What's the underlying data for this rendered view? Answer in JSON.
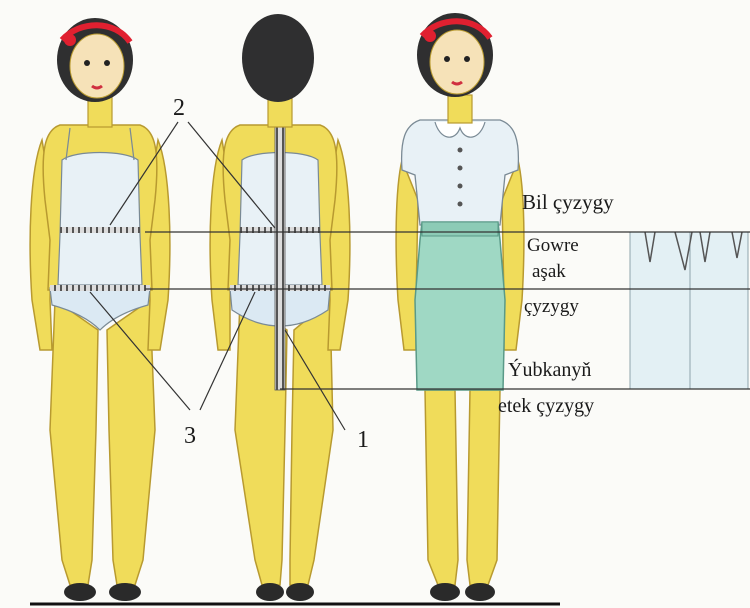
{
  "labels": {
    "waist": "Bil çyzygy",
    "hip_top": "Gowre",
    "hip_mid": "aşak",
    "hip_bottom": "çyzygy",
    "hem_top": "Ýubkanyň",
    "hem_bottom": "etek çyzygy"
  },
  "callouts": {
    "one": "1",
    "two": "2",
    "three": "3"
  },
  "colors": {
    "skin": "#f0dc5a",
    "skin_shade": "#d9b83a",
    "hair": "#2f2f30",
    "ribbon": "#e02030",
    "top": "#e8f1f6",
    "skirt": "#9fd8c4",
    "shoes": "#2a2a2a",
    "pattern_fill": "#e3f0f4"
  }
}
